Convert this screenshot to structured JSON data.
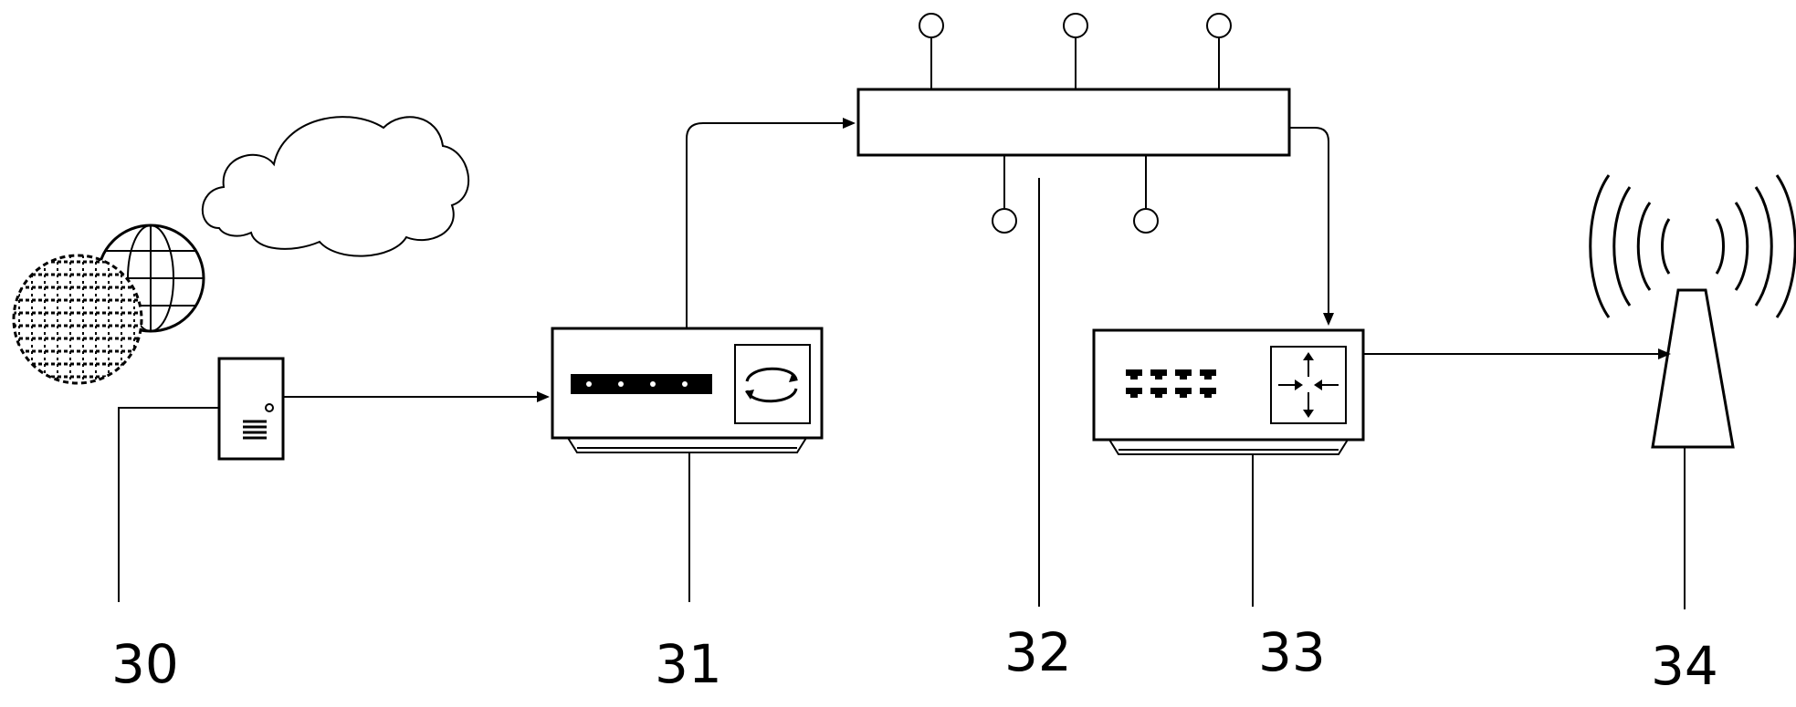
{
  "diagram": {
    "labels": [
      {
        "id": "30",
        "text": "30"
      },
      {
        "id": "31",
        "text": "31"
      },
      {
        "id": "32",
        "text": "32"
      },
      {
        "id": "33",
        "text": "33"
      },
      {
        "id": "34",
        "text": "34"
      }
    ],
    "colors": {
      "stroke": "#000000",
      "background": "#ffffff"
    },
    "icons": [
      "internet-globe-icon",
      "cloud-icon",
      "gateway-device-icon",
      "router-icon",
      "bus-icon",
      "switch-icon",
      "antenna-tower-icon"
    ]
  }
}
